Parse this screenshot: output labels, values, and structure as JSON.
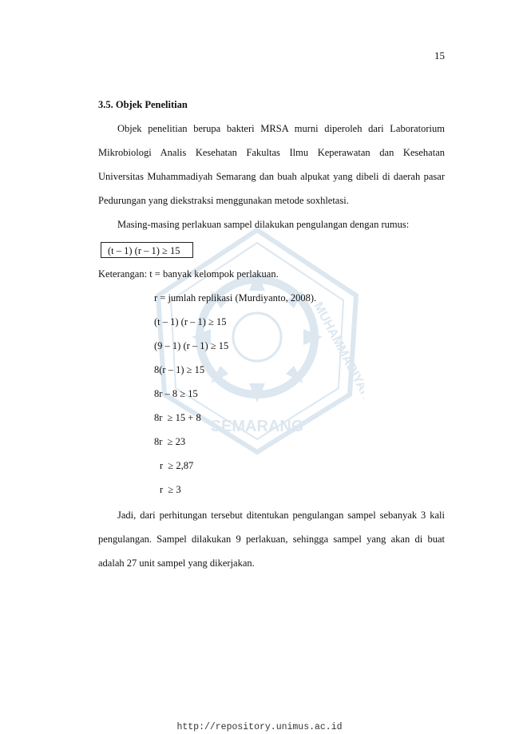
{
  "page_number": "15",
  "section_heading": "3.5. Objek Penelitian",
  "paragraph1": "Objek penelitian berupa bakteri MRSA murni diperoleh dari Laboratorium Mikrobiologi Analis Kesehatan Fakultas Ilmu Keperawatan dan Kesehatan Universitas Muhammadiyah Semarang dan buah alpukat yang dibeli di daerah pasar Pedurungan yang diekstraksi menggunakan metode soxhletasi.",
  "intro_line": "Masing-masing perlakuan sampel dilakukan pengulangan dengan rumus:",
  "formula": "(t – 1) (r – 1) ≥ 15",
  "keterangan": "Keterangan: t = banyak kelompok perlakuan.",
  "r_definition": "r = jumlah replikasi (Murdiyanto, 2008).",
  "calc_steps": [
    "(t – 1) (r – 1) ≥ 15",
    "(9 – 1) (r – 1) ≥ 15",
    "8(r – 1) ≥ 15",
    "8r – 8 ≥ 15",
    "8r  ≥ 15 + 8",
    "8r  ≥ 23"
  ],
  "result_steps": [
    "r  ≥ 2,87",
    "r  ≥ 3"
  ],
  "paragraph2": "Jadi, dari perhitungan tersebut ditentukan pengulangan sampel sebanyak 3 kali pengulangan. Sampel dilakukan 9 perlakuan, sehingga sampel yang akan di buat adalah 27 unit sampel yang dikerjakan.",
  "watermark": {
    "text_bottom": "SEMARANG",
    "text_arc": "MUHAMMADIYAH",
    "color": "#2e6fa8"
  },
  "footer_url": "http://repository.unimus.ac.id"
}
